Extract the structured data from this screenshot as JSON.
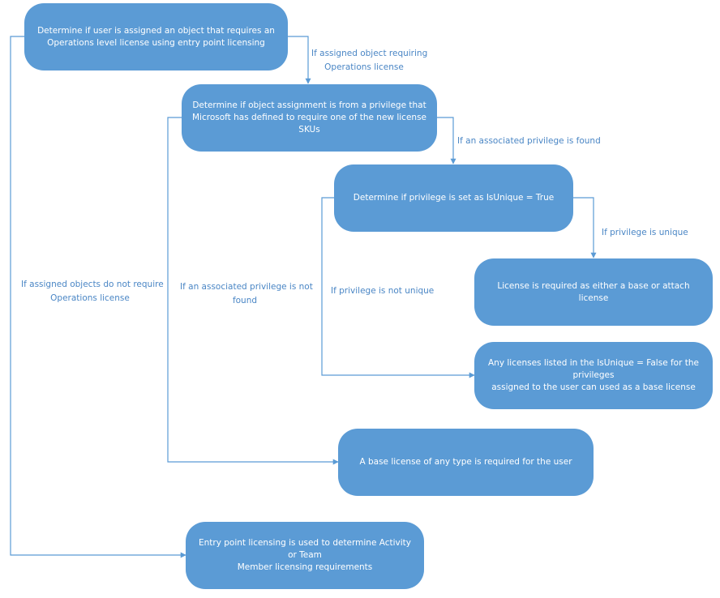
{
  "colors": {
    "node_fill": "#5b9bd5",
    "node_text": "#ffffff",
    "connector": "#5b9bd5",
    "label_text": "#4a86c5",
    "background": "#ffffff"
  },
  "nodes": {
    "check_operations": {
      "line1": "Determine if user is assigned an object that requires an",
      "line2": "Operations level license using entry point licensing"
    },
    "check_privilege": {
      "line1": "Determine if object assignment is from a privilege that",
      "line2": "Microsoft has defined to require one of the new license SKUs"
    },
    "check_unique": {
      "line1": "Determine if privilege is set as IsUnique = True"
    },
    "unique_result": {
      "line1": "License is required as either a base or attach license"
    },
    "not_unique_result": {
      "line1": "Any licenses listed in the IsUnique = False for the privileges",
      "line2": "assigned to the user can used as a base license"
    },
    "base_license": {
      "line1": "A base license of any type is required for the user"
    },
    "entry_point": {
      "line1": "Entry point licensing is used to determine Activity or Team",
      "line2": "Member licensing requirements"
    }
  },
  "labels": {
    "ops_required": {
      "line1": "If assigned object requiring",
      "line2": "Operations license"
    },
    "privilege_found": {
      "line1": "If an associated privilege is found"
    },
    "is_unique": {
      "line1": "If privilege is unique"
    },
    "not_unique": {
      "line1": "If privilege is not unique"
    },
    "privilege_not_found": {
      "line1": "If an associated privilege is not",
      "line2": "found"
    },
    "ops_not_required": {
      "line1": "If assigned objects do not require",
      "line2": "Operations license"
    }
  }
}
